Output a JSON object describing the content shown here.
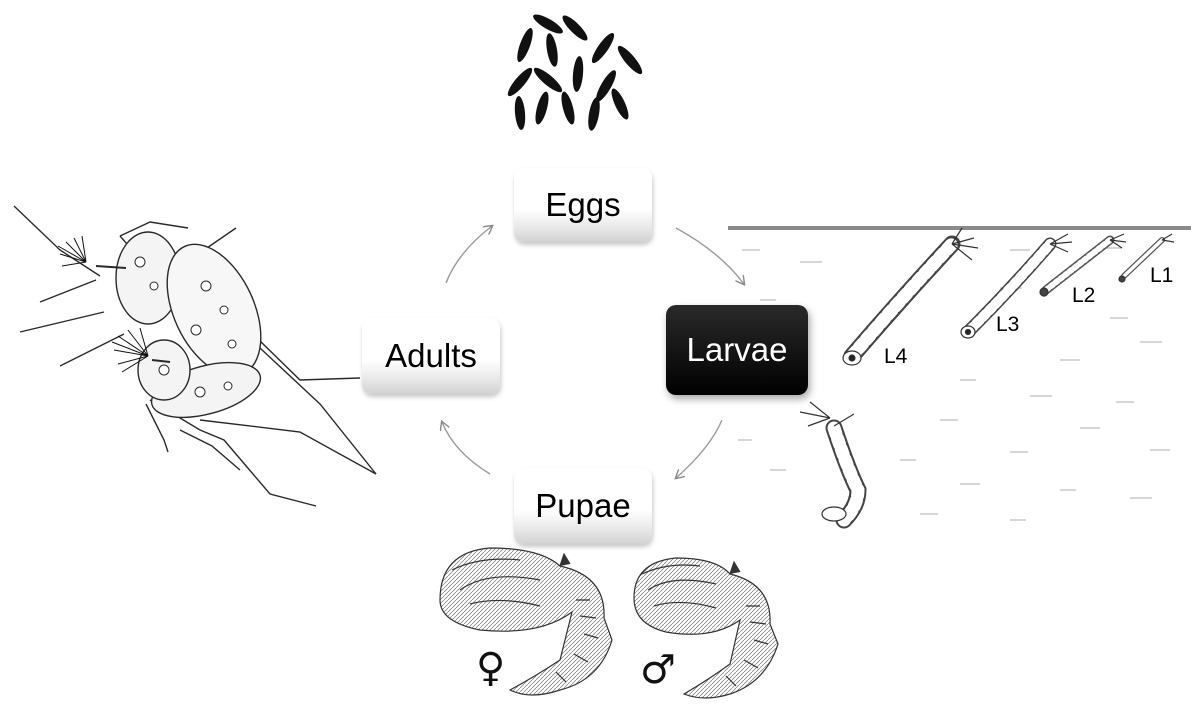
{
  "stages": {
    "eggs": "Eggs",
    "larvae": "Larvae",
    "pupae": "Pupae",
    "adults": "Adults"
  },
  "highlighted_stage": "larvae",
  "instars": {
    "l1": "L1",
    "l2": "L2",
    "l3": "L3",
    "l4": "L4"
  },
  "pupa_sex_symbols": {
    "female": "♀",
    "male": "♂"
  },
  "colors": {
    "highlight_box": "#000000",
    "highlight_text": "#ffffff",
    "box_text": "#000000",
    "arrow": "#9a9a9a",
    "water_line": "#8a8a8a"
  }
}
